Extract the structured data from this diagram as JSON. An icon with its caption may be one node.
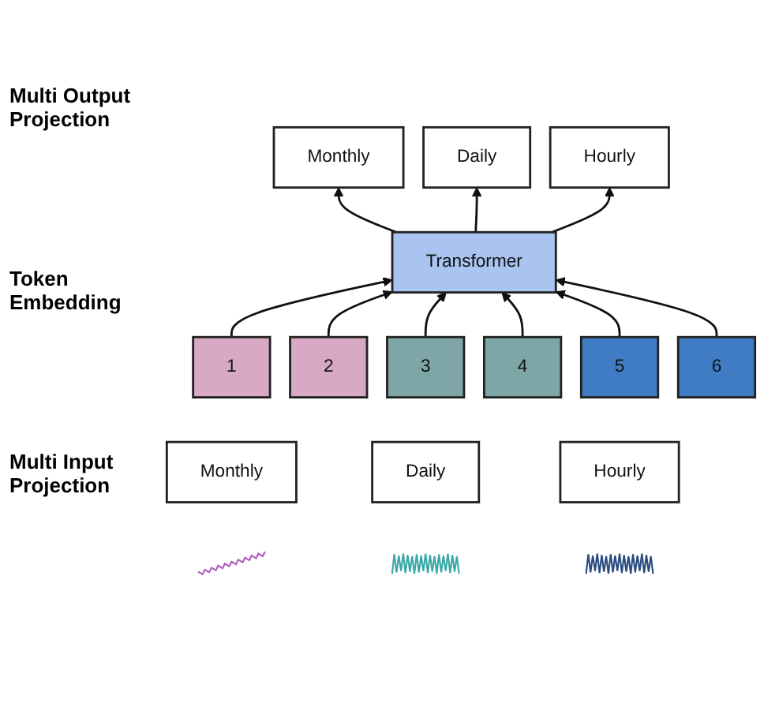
{
  "diagram": {
    "nodes": [
      {
        "text": [
          "Monthly"
        ]
      },
      {
        "text": [
          "Daily"
        ]
      },
      {
        "text": [
          "Hourly"
        ]
      },
      {
        "text": [
          "Transformer"
        ]
      },
      {
        "text": [
          "1"
        ]
      },
      {
        "text": [
          "2"
        ]
      },
      {
        "text": [
          "3"
        ]
      },
      {
        "text": [
          "4"
        ]
      },
      {
        "text": [
          "5"
        ]
      },
      {
        "text": [
          "6"
        ]
      },
      {
        "text": [
          "Monthly"
        ]
      },
      {
        "text": [
          "Daily"
        ]
      },
      {
        "text": [
          "Hourly"
        ]
      },
      {
        "text": [],
        "shape": "picture"
      },
      {
        "text": [],
        "shape": "picture"
      },
      {
        "text": [],
        "shape": "picture"
      }
    ],
    "edges": [
      {
        "from": 3,
        "to": 0,
        "arrow": "to"
      },
      {
        "from": 3,
        "to": 1,
        "arrow": "to"
      },
      {
        "from": 3,
        "to": 2,
        "arrow": "to"
      },
      {
        "from": 4,
        "to": 3,
        "arrow": "to"
      },
      {
        "from": 5,
        "to": 3,
        "arrow": "to"
      },
      {
        "from": 6,
        "to": 3,
        "arrow": "to"
      },
      {
        "from": 7,
        "to": 3,
        "arrow": "to"
      },
      {
        "from": 8,
        "to": 3,
        "arrow": "to"
      },
      {
        "from": 9,
        "to": 3,
        "arrow": "to"
      }
    ],
    "labels": [
      "Multi Output Projection",
      "Token Embedding",
      "Multi Input Projection"
    ]
  }
}
